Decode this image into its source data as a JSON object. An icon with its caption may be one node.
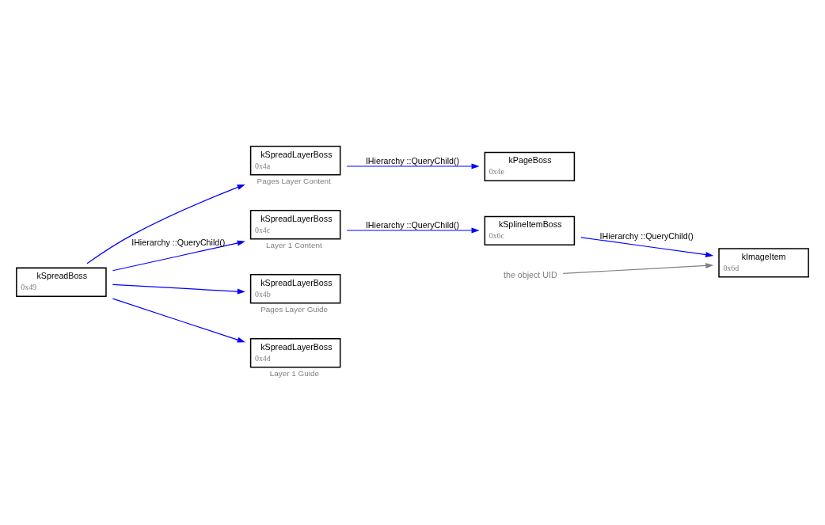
{
  "diagram": {
    "nodes": [
      {
        "text": [
          "kSpreadBoss",
          "0x49"
        ]
      },
      {
        "text": [
          "kSpreadLayerBoss",
          "0x4a"
        ],
        "beside": [
          "Pages Layer Content"
        ]
      },
      {
        "text": [
          "kPageBoss",
          "0x4e"
        ]
      },
      {
        "text": [
          "kSpreadLayerBoss",
          "0x4c"
        ],
        "beside": [
          "Layer 1 Content"
        ]
      },
      {
        "text": [
          "kSplineItemBoss",
          "0x6c"
        ]
      },
      {
        "text": [
          "kSpreadLayerBoss",
          "0x4b"
        ],
        "beside": [
          "Pages Layer Guide"
        ]
      },
      {
        "text": [
          "kImageItem",
          "0x6d"
        ]
      },
      {
        "text": [
          "kSpreadLayerBoss",
          "0x4d"
        ],
        "beside": [
          "Layer 1 Guide"
        ]
      },
      {
        "text": [
          "the object UID"
        ]
      }
    ],
    "edges": [
      {
        "from": 0,
        "to": 1,
        "arrow": "to"
      },
      {
        "from": 0,
        "to": 3,
        "arrow": "to",
        "label": "IHierarchy ::QueryChild()"
      },
      {
        "from": 0,
        "to": 5,
        "arrow": "to"
      },
      {
        "from": 0,
        "to": 7,
        "arrow": "to"
      },
      {
        "from": 1,
        "to": 2,
        "arrow": "to",
        "label": "IHierarchy ::QueryChild()"
      },
      {
        "from": 3,
        "to": 4,
        "arrow": "to",
        "label": "IHierarchy ::QueryChild()"
      },
      {
        "from": 4,
        "to": 6,
        "arrow": "to",
        "label": "IHierarchy ::QueryChild()"
      },
      {
        "from": 8,
        "to": 6,
        "arrow": "to",
        "color": "#808080"
      }
    ]
  }
}
